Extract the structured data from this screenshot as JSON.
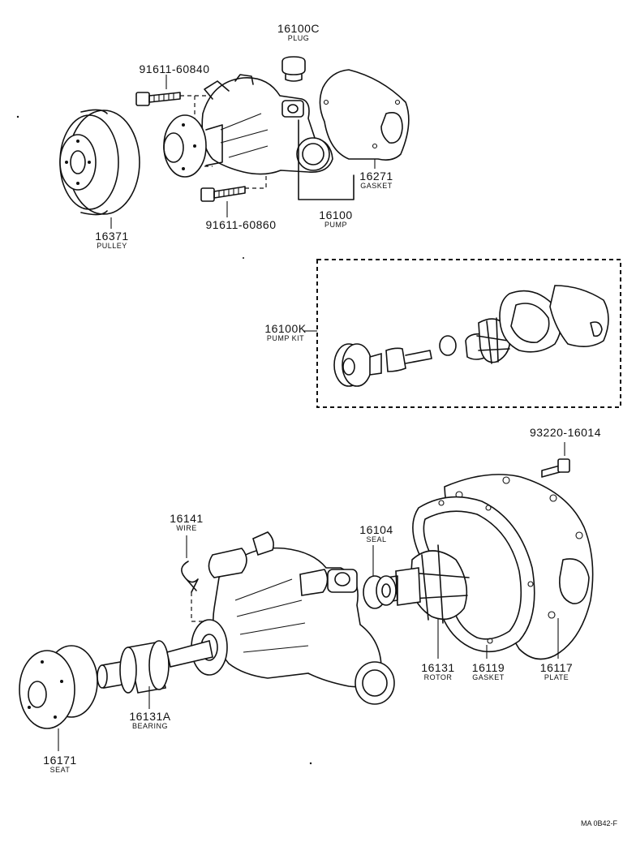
{
  "labels": {
    "plug": {
      "number": "16100C",
      "name": "PLUG"
    },
    "bolt_upper": {
      "number": "91611-60840"
    },
    "gasket_top": {
      "number": "16271",
      "name": "GASKET"
    },
    "pulley": {
      "number": "16371",
      "name": "PULLEY"
    },
    "bolt_lower": {
      "number": "91611-60860"
    },
    "pump": {
      "number": "16100",
      "name": "PUMP"
    },
    "pump_kit": {
      "number": "16100K",
      "name": "PUMP KIT"
    },
    "bolt_plate": {
      "number": "93220-16014"
    },
    "wire": {
      "number": "16141",
      "name": "WIRE"
    },
    "seal": {
      "number": "16104",
      "name": "SEAL"
    },
    "rotor": {
      "number": "16131",
      "name": "ROTOR"
    },
    "gasket_mid": {
      "number": "16119",
      "name": "GASKET"
    },
    "plate": {
      "number": "16117",
      "name": "PLATE"
    },
    "bearing": {
      "number": "16131A",
      "name": "BEARING"
    },
    "seat": {
      "number": "16171",
      "name": "SEAT"
    }
  },
  "drawing_code": "MA 0B42-F"
}
